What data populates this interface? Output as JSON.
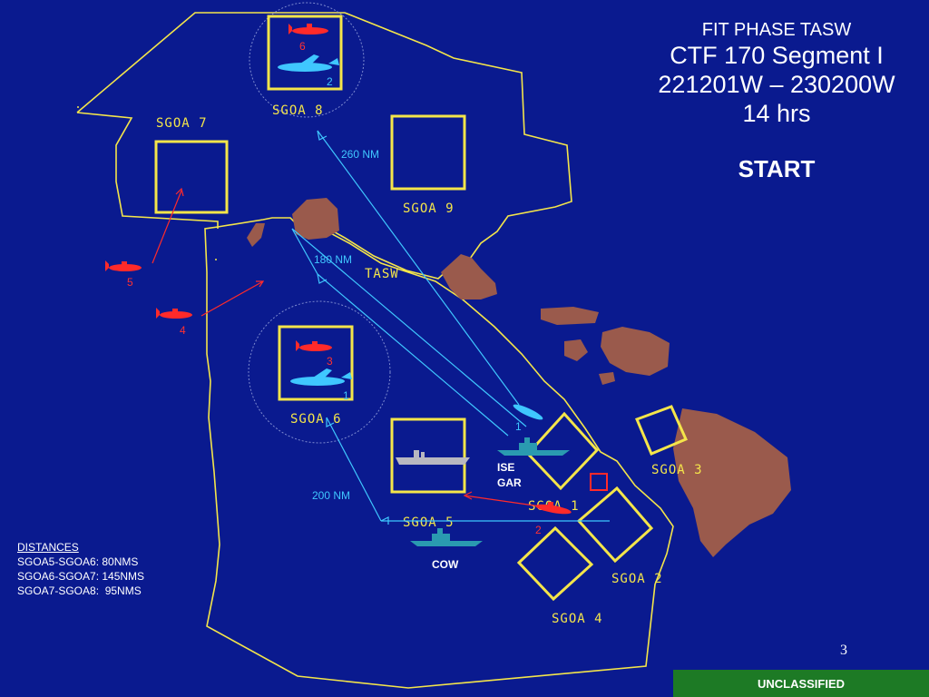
{
  "title": {
    "line1": "FIT PHASE TASW",
    "line2": "CTF 170  Segment I",
    "line3": "221201W – 230200W",
    "line4": "14 hrs",
    "status": "START"
  },
  "areas": {
    "sgoa1": "SGOA 1",
    "sgoa2": "SGOA 2",
    "sgoa3": "SGOA 3",
    "sgoa4": "SGOA 4",
    "sgoa5": "SGOA 5",
    "sgoa6": "SGOA 6",
    "sgoa7": "SGOA 7",
    "sgoa8": "SGOA 8",
    "sgoa9": "SGOA 9",
    "tasw": "TASW"
  },
  "distances_on_map": {
    "d260": "260 NM",
    "d180": "180 NM",
    "d200": "200 NM"
  },
  "units": {
    "sub6": "6",
    "air2": "2",
    "sub5": "5",
    "sub4": "4",
    "sub3": "3",
    "air1_upper": "1",
    "air1_lower": "1",
    "sub2": "2",
    "ships_ise_gar": "ISE\nGAR",
    "ise": "ISE",
    "gar": "GAR",
    "cow": "COW"
  },
  "distances": {
    "header": "DISTANCES",
    "row1": "SGOA5-SGOA6: 80NMS",
    "row2": "SGOA6-SGOA7: 145NMS",
    "row3": "SGOA7-SGOA8:  95NMS"
  },
  "page_number": "3",
  "classification": "UNCLASSIFIED",
  "colors": {
    "background": "#0a1a8f",
    "boundary": "#f4e54a",
    "island": "#9a5a4c",
    "red_units": "#ff2a2a",
    "cyan_units": "#3fc7ff",
    "banner": "#1d7a25"
  }
}
